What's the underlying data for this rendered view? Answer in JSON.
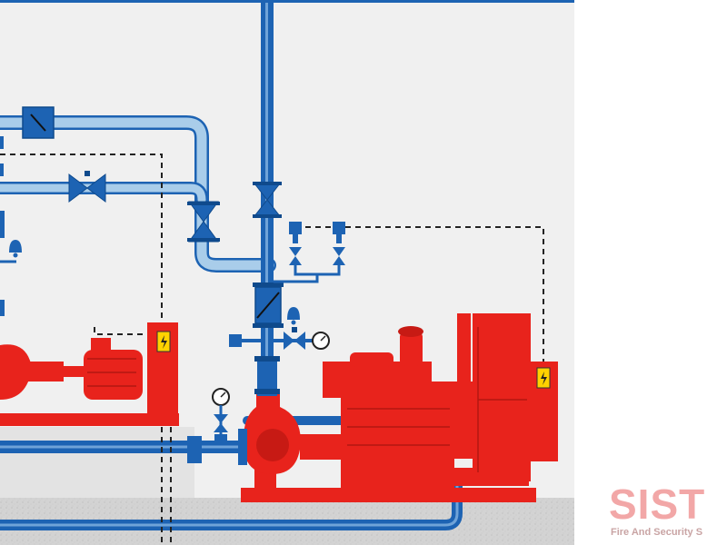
{
  "diagram": {
    "title": "",
    "components": [
      {
        "id": "main-riser-pipe",
        "kind": "pipe"
      },
      {
        "id": "jockey-pump-skid",
        "kind": "electric-pump-set"
      },
      {
        "id": "main-fire-pump-skid",
        "kind": "diesel-pump-set"
      },
      {
        "id": "jockey-control-panel",
        "kind": "control-panel"
      },
      {
        "id": "diesel-control-panel",
        "kind": "control-panel"
      },
      {
        "id": "pressure-gauges",
        "kind": "gauge"
      },
      {
        "id": "pressure-switches",
        "kind": "pressure-switch"
      },
      {
        "id": "gate-valves",
        "kind": "valve"
      },
      {
        "id": "check-valve",
        "kind": "valve"
      },
      {
        "id": "test-line",
        "kind": "pipe"
      }
    ],
    "colors": {
      "pipe_dark": "#1d63b3",
      "pipe_light": "#a9cdea",
      "equipment_red": "#e8231c",
      "ground": "#d5d5d5",
      "signal_line": "#222222"
    }
  },
  "icons": {
    "panel": "lightning-icon",
    "gauge": "gauge-icon",
    "switch": "pressure-switch-icon"
  },
  "brand": {
    "name": "SIST",
    "tagline": "Fire And Security S"
  }
}
